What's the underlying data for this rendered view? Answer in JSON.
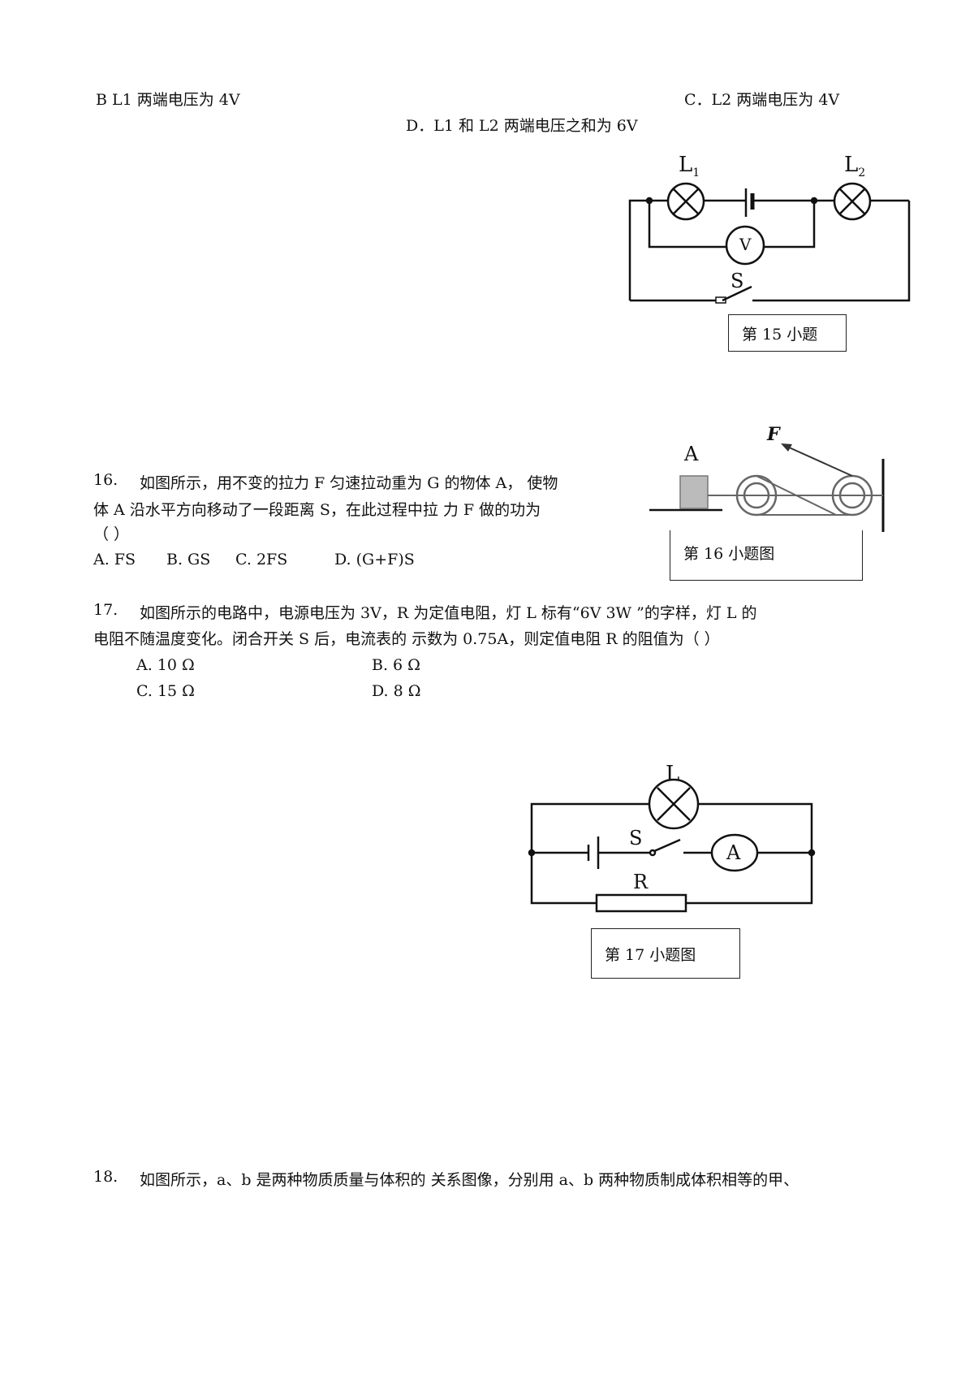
{
  "q15": {
    "optB": "B L1 两端电压为 4V",
    "optC": "C．L2 两端电压为 4V",
    "optD": "D．L1  和  L2  两端电压之和为  6V",
    "fig": {
      "caption": "第  15  小题",
      "L1": "L",
      "L1sub": "1",
      "L2": "L",
      "L2sub": "2",
      "V": "V",
      "S": "S"
    }
  },
  "q16": {
    "num": "16.",
    "line1": "如图所示，用不变的拉力  F  匀速拉动重为  G  的物体 A，   使物",
    "line2": "体  A  沿水平方向移动了一段距离   S，在此过程中拉   力  F  做的功为",
    "line3": "（          ）",
    "options": [
      "A. FS",
      "B. GS",
      "C. 2FS",
      "D. (G+F)S"
    ],
    "fig": {
      "caption": "第  16  小题图",
      "A": "A",
      "F": "F"
    }
  },
  "q17": {
    "num": "17.",
    "line1": "如图所示的电路中，电源电压为  3V，R  为定值电阻，灯  L  标有“6V  3W  ”的字样，灯  L  的",
    "line2": "电阻不随温度变化。闭合开关  S  后，电流表的      示数为 0.75A，则定值电阻 R  的阻值为（          ）",
    "options": [
      "A. 10 Ω",
      "B. 6 Ω",
      "C. 15 Ω",
      "D. 8 Ω"
    ],
    "fig": {
      "caption": "第  17  小题图",
      "L": "L",
      "S": "S",
      "A": "A",
      "R": "R"
    }
  },
  "q18": {
    "num": "18.",
    "line1": "如图所示，a、b  是两种物质质量与体积的  关系图像，分别用  a、b  两种物质制成体积相等的甲、"
  }
}
